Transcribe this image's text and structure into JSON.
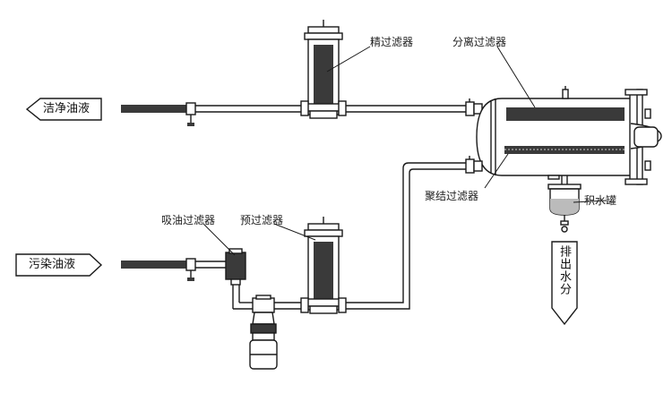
{
  "labels": {
    "clean_oil": "洁净油液",
    "dirty_oil": "污染油液",
    "fine_filter": "精过滤器",
    "separation_filter": "分离过滤器",
    "coalescing_filter": "聚结过滤器",
    "water_tank": "积水罐",
    "suction_filter": "吸油过滤器",
    "pre_filter": "预过滤器",
    "drain_water": "排出水分"
  },
  "icons": {
    "pump": "pump-motor-icon",
    "valve": "ball-valve-icon",
    "vessel": "filter-vessel-icon"
  },
  "colors": {
    "line": "#1a1a1a",
    "cartridge": "#3a3a3a",
    "fill": "#ffffff"
  }
}
